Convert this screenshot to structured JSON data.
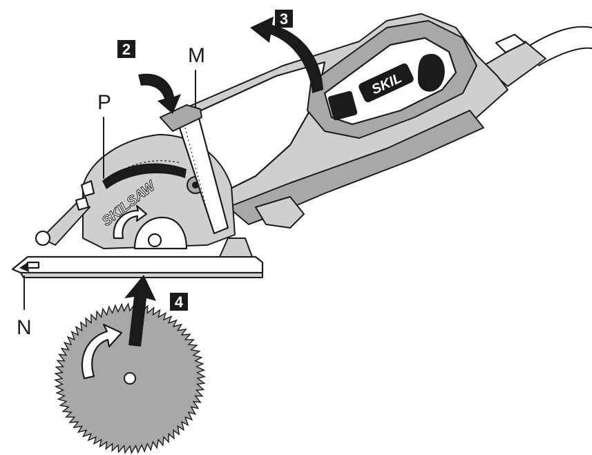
{
  "labels": {
    "m": "M",
    "p": "P",
    "n": "N"
  },
  "steps": {
    "two": "2",
    "three": "3",
    "four": "4"
  },
  "branding": {
    "motor_logo": "SKIL",
    "guard_logo": "SKILSAW"
  },
  "colors": {
    "ink": "#1a1a1a",
    "light_gray": "#cfcfcf",
    "mid_gray": "#a8a8a8",
    "paper": "#ffffff"
  }
}
